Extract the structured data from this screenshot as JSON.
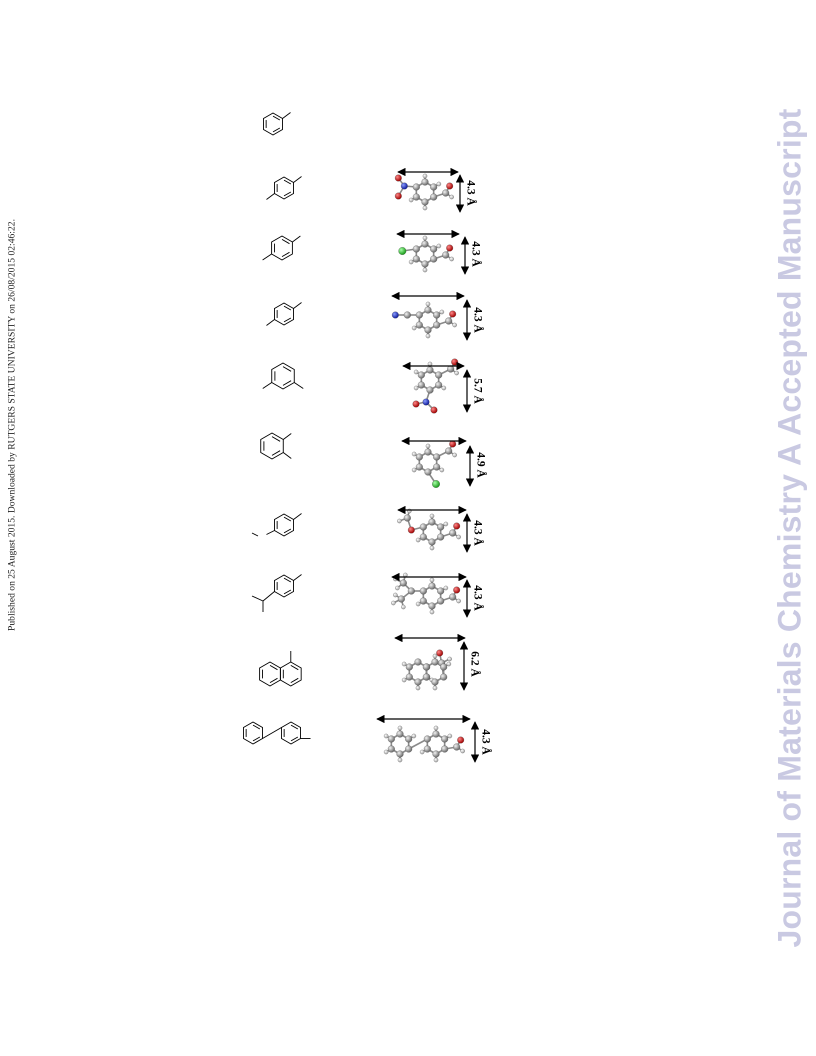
{
  "side_note": "Published on 25 August 2015. Downloaded by RUTGERS STATE UNIVERSITY on 26/08/2015 02:46:22.",
  "watermark": "Journal of Materials Chemistry A Accepted Manuscript",
  "figure": {
    "rows": [
      {
        "structure": "phenyl",
        "model": null,
        "dimension": ""
      },
      {
        "structure": "4-nitrophenyl",
        "model": "nitro",
        "dimension": "4.3 Å"
      },
      {
        "structure": "4-chlorophenyl",
        "model": "chloro",
        "dimension": "4.3 Å"
      },
      {
        "structure": "4-cyanophenyl",
        "model": "cyano",
        "dimension": "4.3 Å"
      },
      {
        "structure": "3-nitrophenyl",
        "model": "meta-nitro",
        "dimension": "5.7 Å"
      },
      {
        "structure": "2-chlorophenyl",
        "model": "ortho-chloro",
        "dimension": "4.9 Å"
      },
      {
        "structure": "4-methoxyphenyl",
        "model": "methoxy",
        "dimension": "4.3 Å"
      },
      {
        "structure": "4-isopropylphenyl",
        "model": "isopropyl",
        "dimension": "4.3 Å"
      },
      {
        "structure": "1-naphthyl",
        "model": "naphthyl",
        "dimension": "6.2 Å"
      },
      {
        "structure": "4-biphenyl",
        "model": "biphenyl",
        "dimension": "4.3 Å"
      }
    ]
  },
  "colors": {
    "carbon": "#9a9a9a",
    "hydrogen": "#ececec",
    "oxygen": "#cc1111",
    "nitrogen": "#1b2ec8",
    "chlorine": "#33cc33",
    "watermark": "#c9c9e2"
  }
}
